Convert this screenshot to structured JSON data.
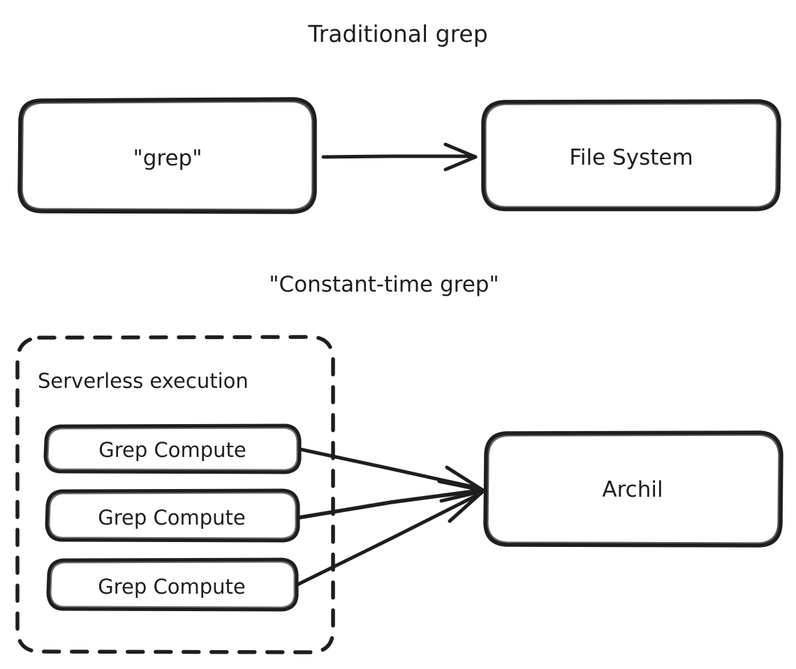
{
  "diagram": {
    "background_color": "#ffffff",
    "stroke_color": "#1e1e1e",
    "fill_color": "#ffffff",
    "style": "hand-drawn",
    "sections": [
      {
        "id": "traditional",
        "title": "Traditional grep",
        "nodes": [
          {
            "id": "grep",
            "label": "\"grep\""
          },
          {
            "id": "file-system",
            "label": "File System"
          }
        ],
        "edges": [
          {
            "from": "grep",
            "to": "file-system",
            "arrow": "single"
          }
        ]
      },
      {
        "id": "constant-time",
        "title": "\"Constant-time grep\"",
        "group": {
          "id": "serverless",
          "label": "Serverless execution",
          "border": "dashed"
        },
        "nodes": [
          {
            "id": "grep-compute-1",
            "label": "Grep Compute"
          },
          {
            "id": "grep-compute-2",
            "label": "Grep Compute"
          },
          {
            "id": "grep-compute-3",
            "label": "Grep Compute"
          },
          {
            "id": "archil",
            "label": "Archil"
          }
        ],
        "edges": [
          {
            "from": "grep-compute-1",
            "to": "archil",
            "arrow": "single"
          },
          {
            "from": "grep-compute-2",
            "to": "archil",
            "arrow": "single"
          },
          {
            "from": "grep-compute-3",
            "to": "archil",
            "arrow": "single"
          }
        ]
      }
    ]
  }
}
